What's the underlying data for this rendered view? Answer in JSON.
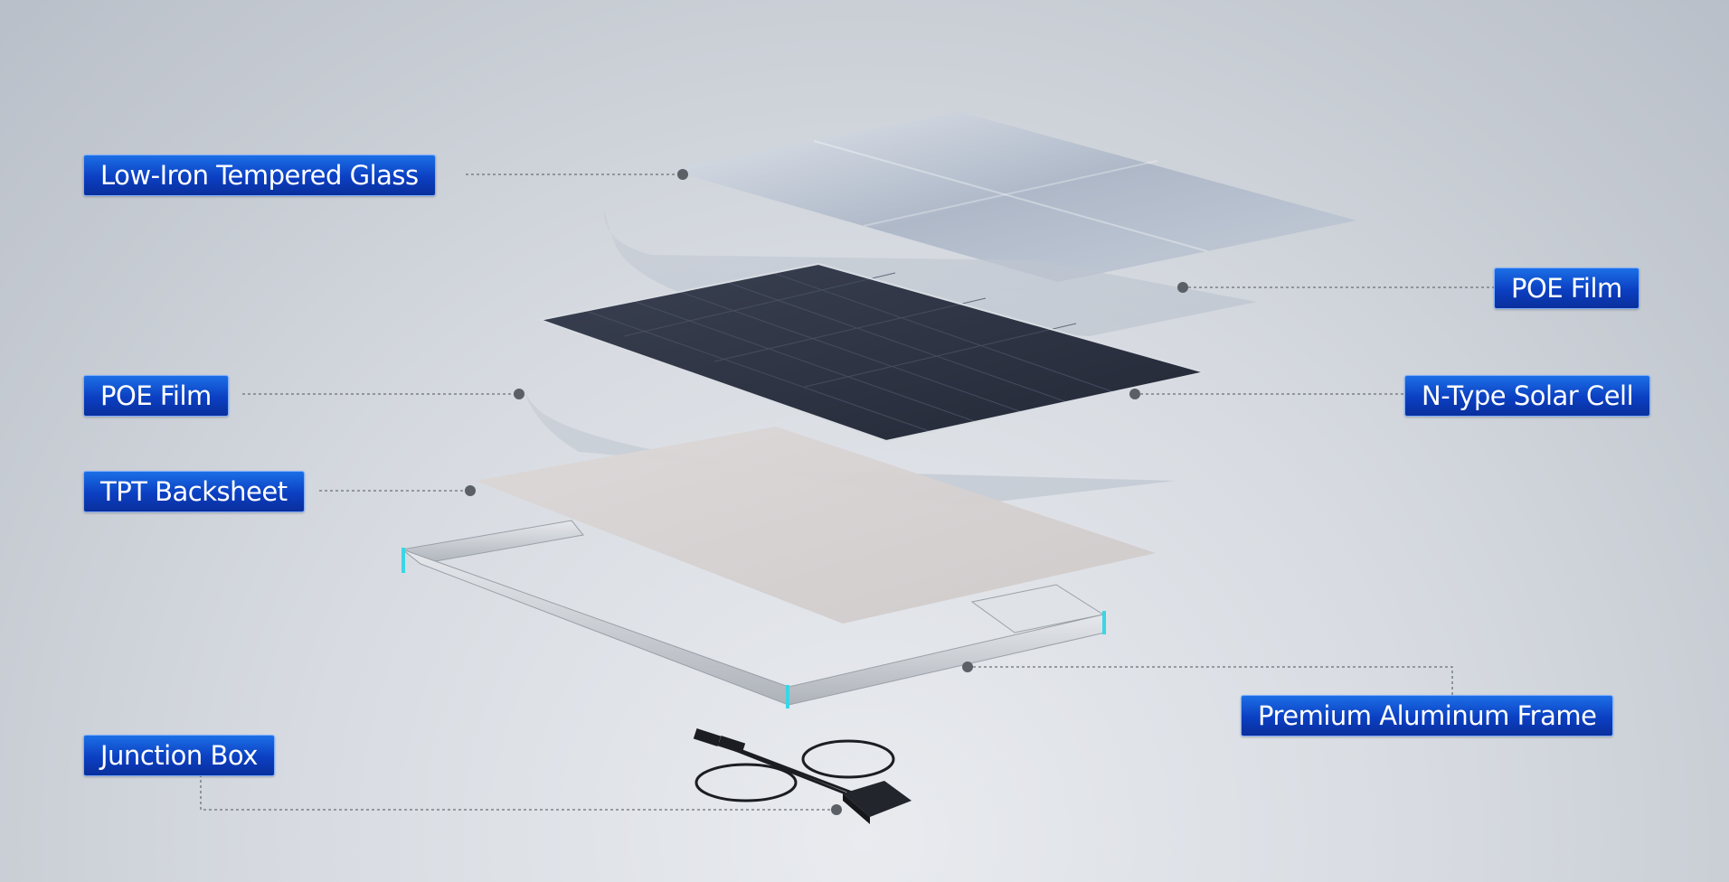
{
  "labels": {
    "glass": "Low-Iron Tempered Glass",
    "poe_top": "POE Film",
    "solar_cell": "N-Type Solar Cell",
    "poe_bottom": "POE Film",
    "backsheet": "TPT Backsheet",
    "frame": "Premium Aluminum Frame",
    "junction_box": "Junction Box"
  },
  "colors": {
    "label_blue": "#0b3fc2",
    "cell_dark": "#2b3140",
    "frame_accent": "#3ad6e6",
    "leader_line": "#6b6f76"
  }
}
